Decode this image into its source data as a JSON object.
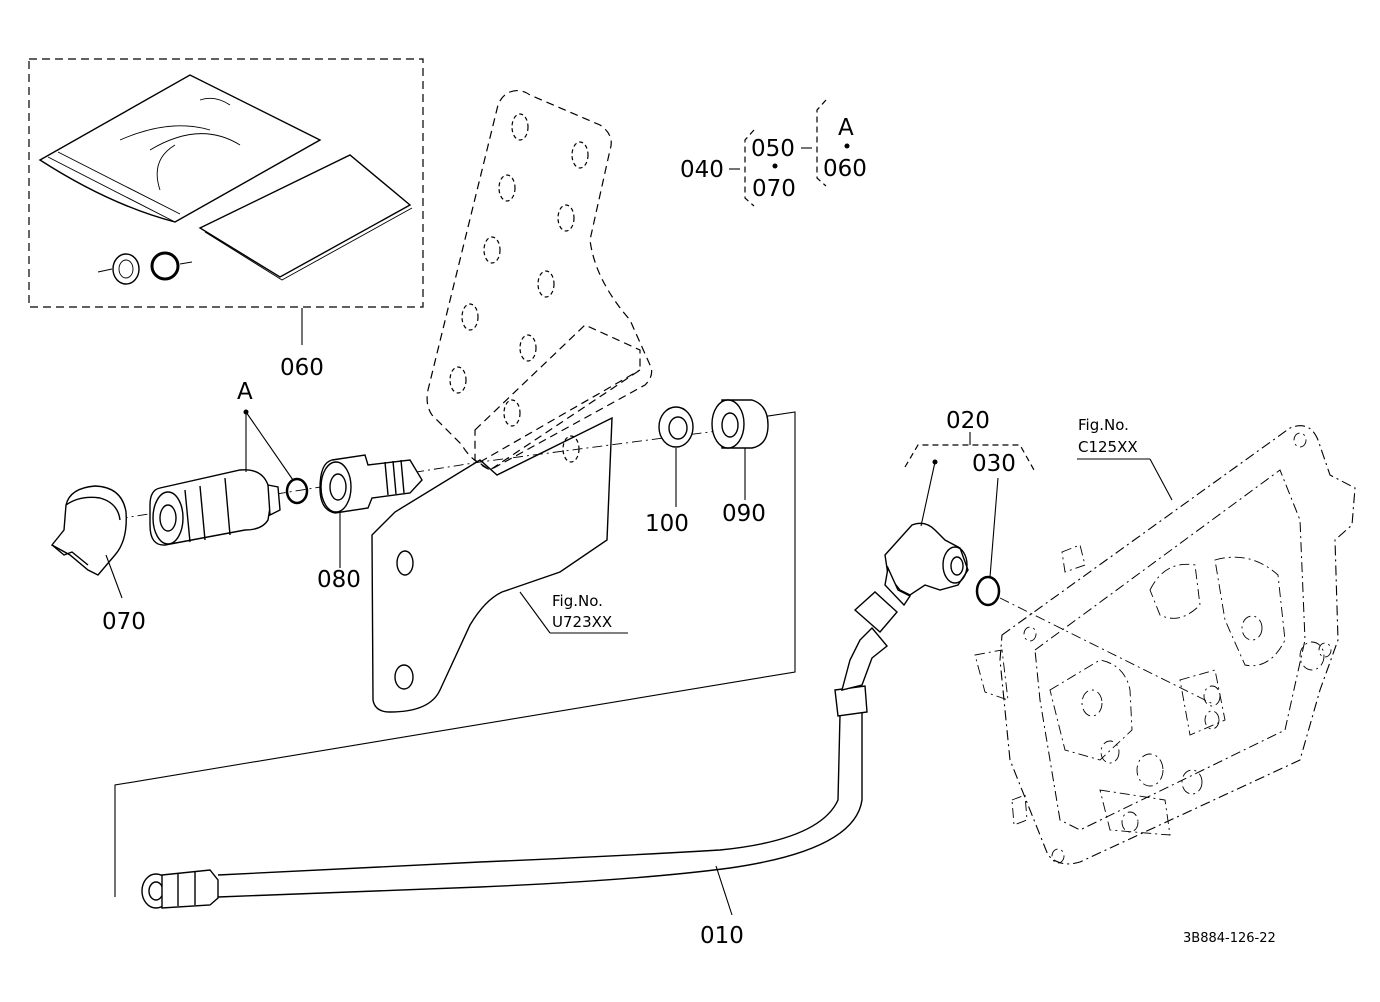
{
  "labels": {
    "p010": "010",
    "p020": "020",
    "p030": "030",
    "p040": "040",
    "p050": "050",
    "p060": "060",
    "p070": "070",
    "p080": "080",
    "p090": "090",
    "p100": "100",
    "assembly_marker": "A",
    "tree_040": "040",
    "tree_050": "050",
    "tree_070": "070",
    "tree_a": "A",
    "tree_060": "060",
    "fig_left_title": "Fig.No.",
    "fig_left_code": "U723XX",
    "fig_right_title": "Fig.No.",
    "fig_right_code": "C125XX",
    "drawing_number": "3B884-126-22"
  }
}
